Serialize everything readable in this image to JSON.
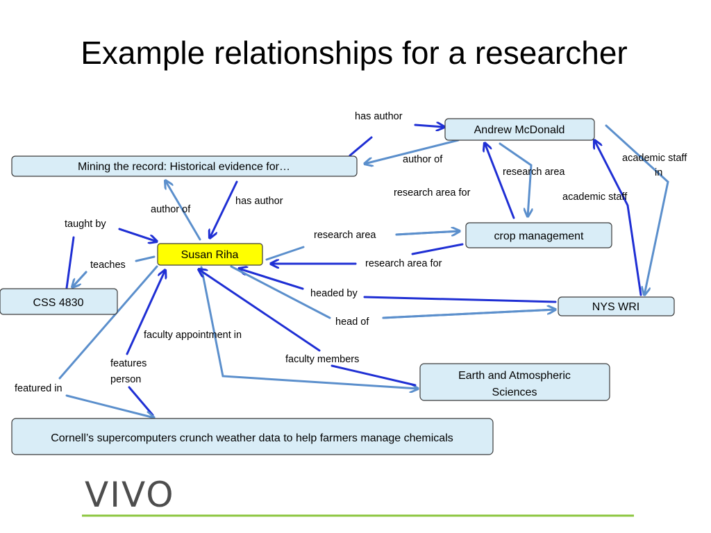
{
  "slide": {
    "title": "Example relationships for a researcher"
  },
  "nodes": {
    "mining": "Mining the record: Historical evidence for…",
    "andrew": "Andrew McDonald",
    "susan": "Susan Riha",
    "crop": "crop management",
    "css": "CSS 4830",
    "nyswri": "NYS WRI",
    "eas_line1": "Earth and Atmospheric",
    "eas_line2": "Sciences",
    "cornell": "Cornell’s supercomputers crunch weather data to help farmers manage chemicals"
  },
  "edge_labels": {
    "has_author_top": "has author",
    "author_of_top": "author of",
    "research_area_top": "research area",
    "research_area_for_top": "research area for",
    "academic_staff_in_1": "academic staff",
    "academic_staff_in_2": "in",
    "academic_staff": "academic staff",
    "author_of_mid": "author of",
    "has_author_mid": "has author",
    "taught_by": "taught by",
    "teaches": "teaches",
    "research_area_mid": "research area",
    "research_area_for_mid": "research area for",
    "headed_by": "headed by",
    "head_of": "head of",
    "faculty_appointment_in": "faculty appointment in",
    "faculty_members": "faculty members",
    "features_person_1": "features",
    "features_person_2": "person",
    "featured_in": "featured in"
  },
  "logo": {
    "text": "VIVO"
  },
  "colors": {
    "dark_arrow": "#1f2fd4",
    "light_arrow": "#5b8fcc",
    "node_fill": "#d9edf7",
    "center_fill": "#ffff00",
    "logo_rule": "#8cc63f"
  }
}
